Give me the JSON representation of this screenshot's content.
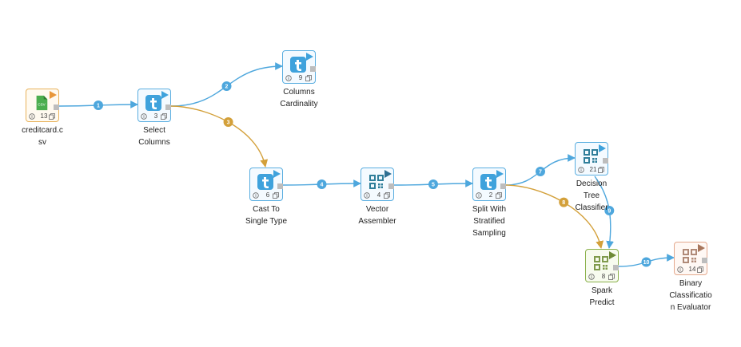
{
  "colors": {
    "blue_edge": "#4ea7dd",
    "gold_edge": "#d3a03a"
  },
  "nodes": [
    {
      "id": "creditcard",
      "kind": "csv",
      "icon": "csv-file-icon",
      "play_color": "#e8973a",
      "num": "13",
      "label": "creditcard.c\nsv",
      "icon_text": "CSV"
    },
    {
      "id": "select-columns",
      "kind": "t",
      "icon": "t-transform-icon",
      "play_color": "#3fa2dc",
      "num": "3",
      "label": "Select\nColumns"
    },
    {
      "id": "columns-cardinality",
      "kind": "t",
      "icon": "t-transform-icon",
      "play_color": "#3fa2dc",
      "num": "9",
      "label": "Columns\nCardinality"
    },
    {
      "id": "cast-to-single-type",
      "kind": "t",
      "icon": "t-transform-icon",
      "play_color": "#3fa2dc",
      "num": "6",
      "label": "Cast To\nSingle Type"
    },
    {
      "id": "vector-assembler",
      "kind": "qr",
      "icon": "qr-grid-icon",
      "play_color": "#2f6f92",
      "num": "4",
      "label": "Vector\nAssembler"
    },
    {
      "id": "split-stratified",
      "kind": "t",
      "icon": "t-transform-icon",
      "play_color": "#3fa2dc",
      "num": "2",
      "label": "Split With\nStratified\nSampling"
    },
    {
      "id": "decision-tree",
      "kind": "qr",
      "icon": "qr-grid-icon",
      "play_color": "#3fa2dc",
      "num": "21",
      "label": "Decision\nTree\nClassifier"
    },
    {
      "id": "spark-predict",
      "kind": "pred",
      "icon": "qr-grid-icon",
      "play_color": "#6e8a36",
      "num": "8",
      "label": "Spark\nPredict"
    },
    {
      "id": "binary-eval",
      "kind": "eval",
      "icon": "qr-grid-icon",
      "play_color": "#a8765c",
      "num": "14",
      "label": "Binary\nClassificatio\nn Evaluator"
    }
  ],
  "edges": [
    {
      "from": "creditcard",
      "to": "select-columns",
      "n": "1",
      "color": "blue"
    },
    {
      "from": "select-columns",
      "to": "columns-cardinality",
      "n": "2",
      "color": "blue"
    },
    {
      "from": "select-columns",
      "to": "cast-to-single-type",
      "n": "3",
      "color": "gold"
    },
    {
      "from": "cast-to-single-type",
      "to": "vector-assembler",
      "n": "4",
      "color": "blue"
    },
    {
      "from": "vector-assembler",
      "to": "split-stratified",
      "n": "5",
      "color": "blue"
    },
    {
      "from": "split-stratified",
      "to": "decision-tree",
      "n": "7",
      "color": "blue"
    },
    {
      "from": "split-stratified",
      "to": "spark-predict",
      "n": "8",
      "color": "gold"
    },
    {
      "from": "decision-tree",
      "to": "spark-predict",
      "n": "9",
      "color": "blue"
    },
    {
      "from": "spark-predict",
      "to": "binary-eval",
      "n": "10",
      "color": "blue"
    }
  ]
}
